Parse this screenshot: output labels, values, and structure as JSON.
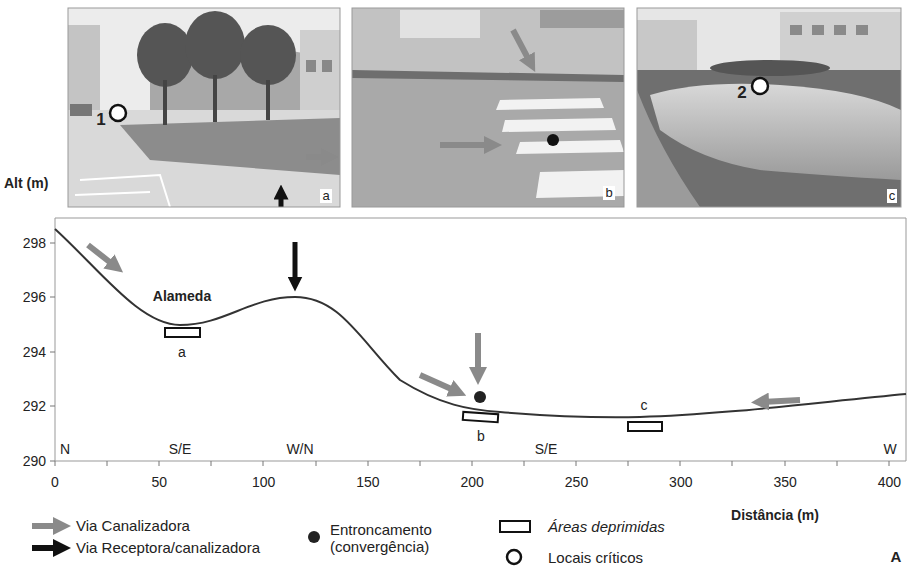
{
  "diagram": {
    "labels": [
      "1",
      "a",
      "b",
      "2",
      "c",
      "Alt (m)",
      "298",
      "296",
      "294",
      "292",
      "290",
      "Alameda",
      "a",
      "b",
      "c",
      "N",
      "S/E",
      "W/N",
      "S/E",
      "W",
      "0",
      "50",
      "100",
      "150",
      "200",
      "250",
      "300",
      "350",
      "400",
      "Distância (m)",
      "A"
    ],
    "legend": [
      {
        "text": "Via Canalizadora"
      },
      {
        "text": "Via Receptora/canalizadora"
      },
      {
        "text": "Entroncamento (convergência)"
      },
      {
        "text": "Áreas deprimidas"
      },
      {
        "text": "Locais críticos"
      }
    ]
  }
}
